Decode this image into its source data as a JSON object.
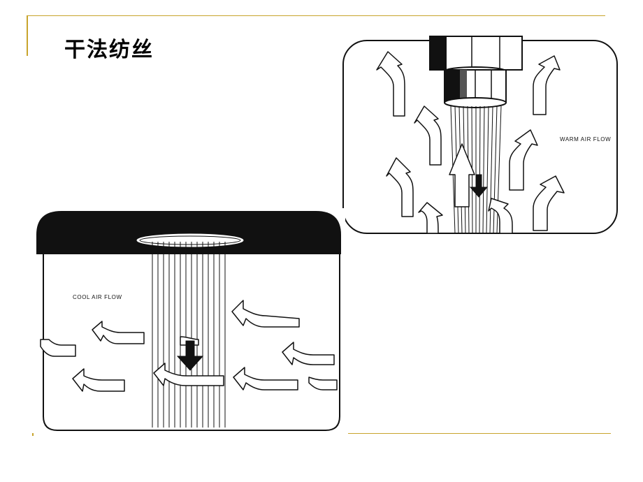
{
  "slide": {
    "title": "干法纺丝"
  },
  "figure_warm": {
    "label": "WARM AIR FLOW"
  },
  "figure_cool": {
    "label": "COOL AIR FLOW"
  }
}
